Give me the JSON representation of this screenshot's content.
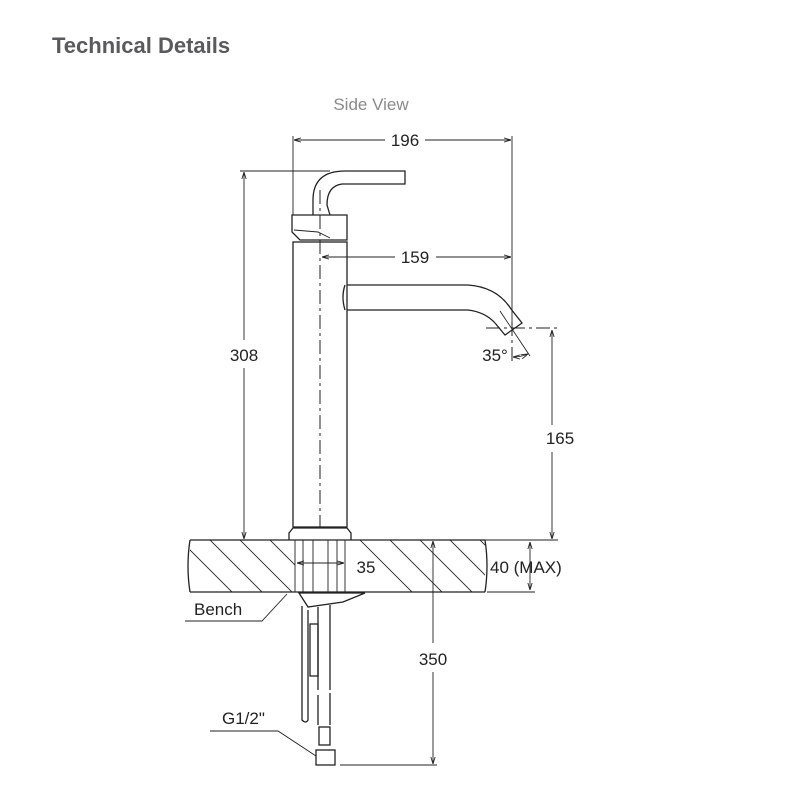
{
  "header": {
    "title": "Technical Details"
  },
  "diagram": {
    "view_label": "Side View",
    "dimensions": {
      "overall_width": "196",
      "spout_reach": "159",
      "overall_height": "308",
      "spout_height": "165",
      "spout_angle": "35°",
      "hole_diameter": "35",
      "bench_thickness": "40 (MAX)",
      "hose_length": "350"
    },
    "labels": {
      "bench": "Bench",
      "connection": "G1/2\""
    }
  }
}
